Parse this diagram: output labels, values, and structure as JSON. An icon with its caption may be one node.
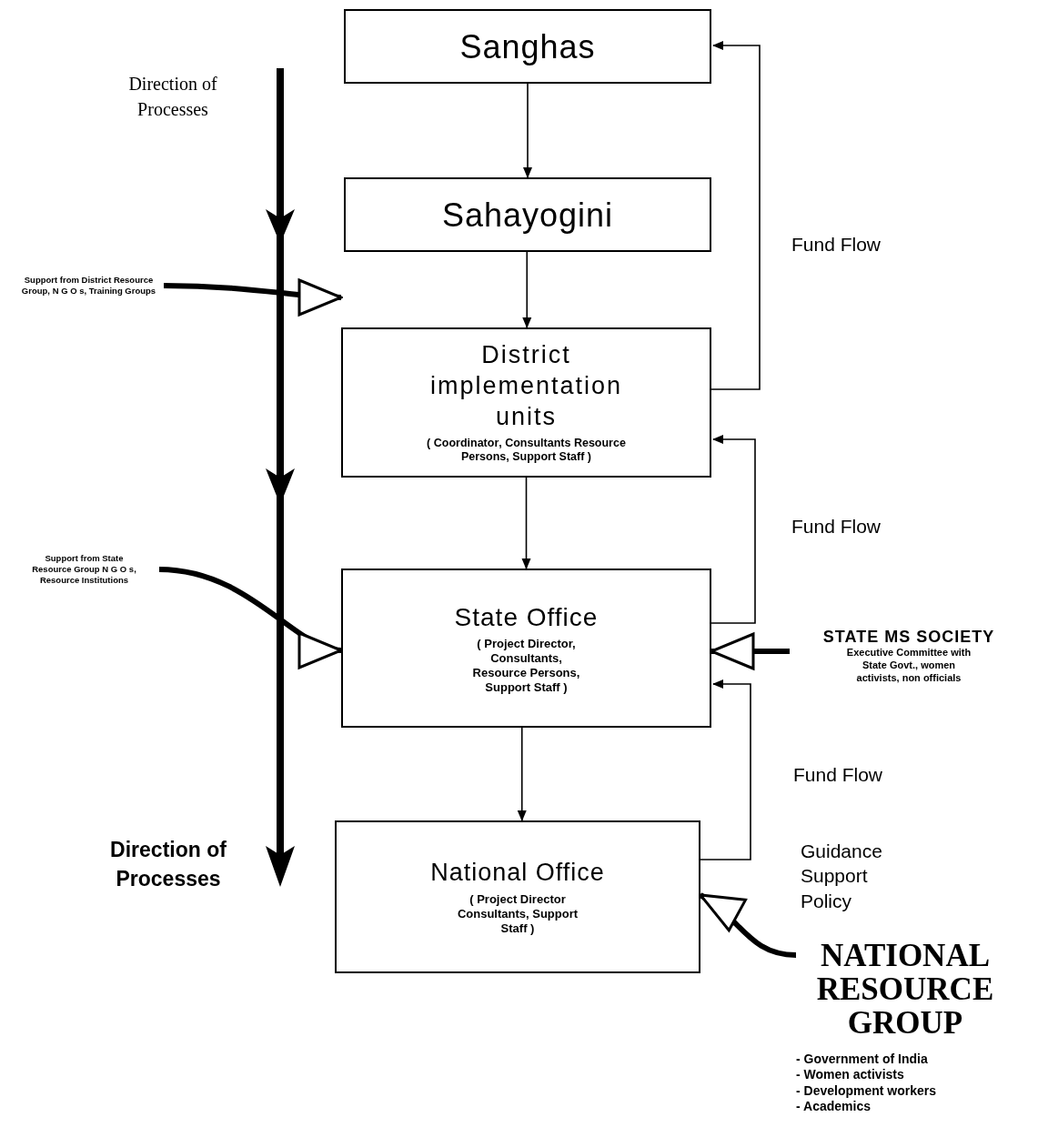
{
  "diagram": {
    "nodes": [
      {
        "text": [
          "Sanghas"
        ]
      },
      {
        "text": [
          "Sahayogini"
        ]
      },
      {
        "text": [
          "District implementation units",
          "( **Coordinator**, Consultants Resource Persons, Support Staff )"
        ]
      },
      {
        "text": [
          "State Office",
          "( Project Director, Consultants, Resource Persons, Support Staff )"
        ]
      },
      {
        "text": [
          "National Office",
          "( Project Director Consultants, Support Staff )"
        ]
      },
      {
        "text": [
          "Support from District Resource Group, N G O s, Training Groups"
        ]
      },
      {
        "text": [
          "Support from State Resource Group N G O s, Resource Institutions"
        ]
      },
      {
        "text": [
          "STATE MS SOCIETY",
          "Executive Committee with State Govt., women activists, non officials"
        ]
      },
      {
        "text": [
          "NATIONAL RESOURCE GROUP",
          "- Government of India",
          "- Women activists",
          "- Development workers",
          "- Academics"
        ]
      }
    ],
    "edges": [
      {
        "from": 0,
        "to": 1,
        "arrow": "to"
      },
      {
        "from": 1,
        "to": 2,
        "arrow": "to"
      },
      {
        "from": 2,
        "to": 3,
        "arrow": "to"
      },
      {
        "from": 3,
        "to": 4,
        "arrow": "to"
      },
      {
        "from": 2,
        "to": 0,
        "arrow": "to",
        "label": "Fund Flow"
      },
      {
        "from": 3,
        "to": 2,
        "arrow": "to",
        "label": "Fund Flow"
      },
      {
        "from": 4,
        "to": 3,
        "arrow": "to",
        "label": "Fund Flow"
      },
      {
        "from": 5,
        "to": 2,
        "arrow": "to",
        "style": "thick"
      },
      {
        "from": 6,
        "to": 3,
        "arrow": "to",
        "style": "thick"
      },
      {
        "from": 7,
        "to": 3,
        "arrow": "to",
        "style": "thick"
      },
      {
        "from": 8,
        "to": 4,
        "arrow": "to",
        "style": "thick",
        "label": "Guidance Support Policy"
      }
    ],
    "labels": [
      "Direction of Processes",
      "Direction of Processes"
    ]
  }
}
